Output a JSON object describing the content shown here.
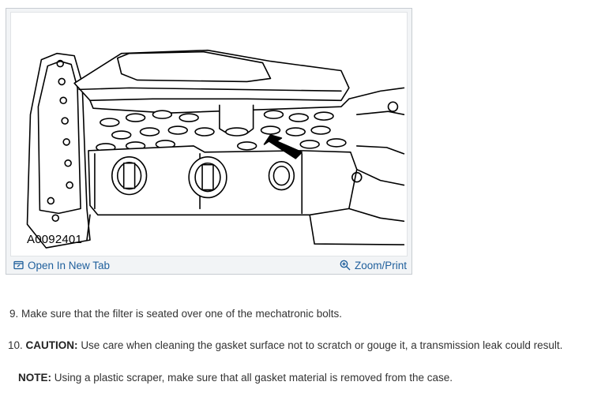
{
  "figure": {
    "image_id": "A0092401",
    "open_tab_label": "Open In New Tab",
    "zoom_label": "Zoom/Print",
    "open_tab_icon": "external-window-icon",
    "zoom_icon": "magnifier-plus-icon"
  },
  "steps": [
    {
      "number": "9.",
      "text": "Make sure that the filter is seated over one of the mechatronic bolts."
    },
    {
      "number": "10.",
      "label": "CAUTION:",
      "text": "Use care when cleaning the gasket surface not to scratch or gouge it, a transmission leak could result."
    }
  ],
  "note": {
    "label": "NOTE:",
    "text": "Using a plastic scraper, make sure that all gasket material is removed from the case."
  },
  "colors": {
    "link": "#1f5f9c",
    "text": "#333333",
    "frame_border": "#c7ccd1",
    "frame_bg": "#f2f4f6"
  }
}
